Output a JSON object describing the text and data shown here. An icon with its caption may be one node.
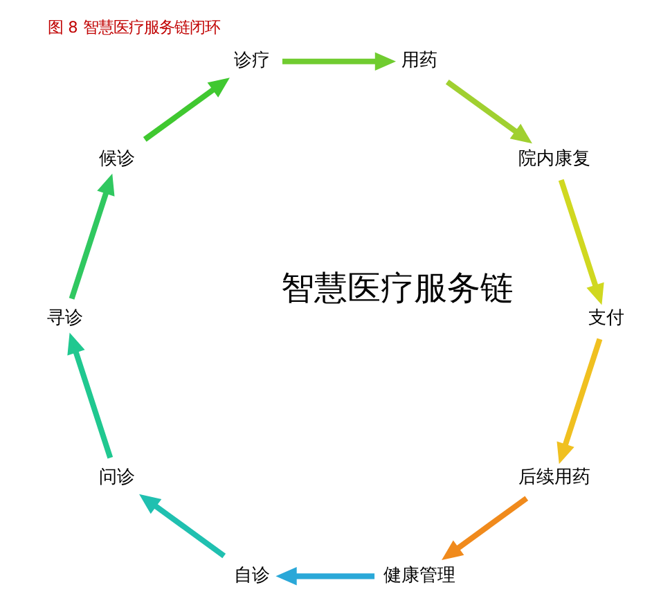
{
  "diagram": {
    "title": "图 8 智慧医疗服务链闭环",
    "nodes": [
      {
        "text": [
          "后续用药"
        ]
      },
      {
        "text": [
          "健康管理"
        ]
      },
      {
        "text": [
          "自诊"
        ]
      },
      {
        "text": [
          "问诊"
        ]
      },
      {
        "text": [
          "寻诊"
        ]
      },
      {
        "text": [
          "候诊"
        ]
      },
      {
        "text": [
          "诊疗"
        ]
      },
      {
        "text": [
          "用药"
        ]
      },
      {
        "text": [
          "院内康复"
        ]
      },
      {
        "text": [
          "支付"
        ]
      }
    ],
    "edges": [
      {
        "from": 0,
        "to": 1,
        "arrow": "to",
        "color": "#f08a1c"
      },
      {
        "from": 1,
        "to": 2,
        "arrow": "to",
        "color": "#2aa8d8"
      },
      {
        "from": 2,
        "to": 3,
        "arrow": "to",
        "color": "#20c0b0"
      },
      {
        "from": 3,
        "to": 4,
        "arrow": "to",
        "color": "#20c890"
      },
      {
        "from": 4,
        "to": 5,
        "arrow": "to",
        "color": "#30c860"
      },
      {
        "from": 5,
        "to": 6,
        "arrow": "to",
        "color": "#40c830"
      },
      {
        "from": 6,
        "to": 7,
        "arrow": "to",
        "color": "#70cc30"
      },
      {
        "from": 7,
        "to": 8,
        "arrow": "to",
        "color": "#a0d030"
      },
      {
        "from": 8,
        "to": 9,
        "arrow": "to",
        "color": "#d0d820"
      },
      {
        "from": 9,
        "to": 0,
        "arrow": "to",
        "color": "#f0c020"
      }
    ],
    "labels": [
      "智慧医疗服务链"
    ]
  }
}
